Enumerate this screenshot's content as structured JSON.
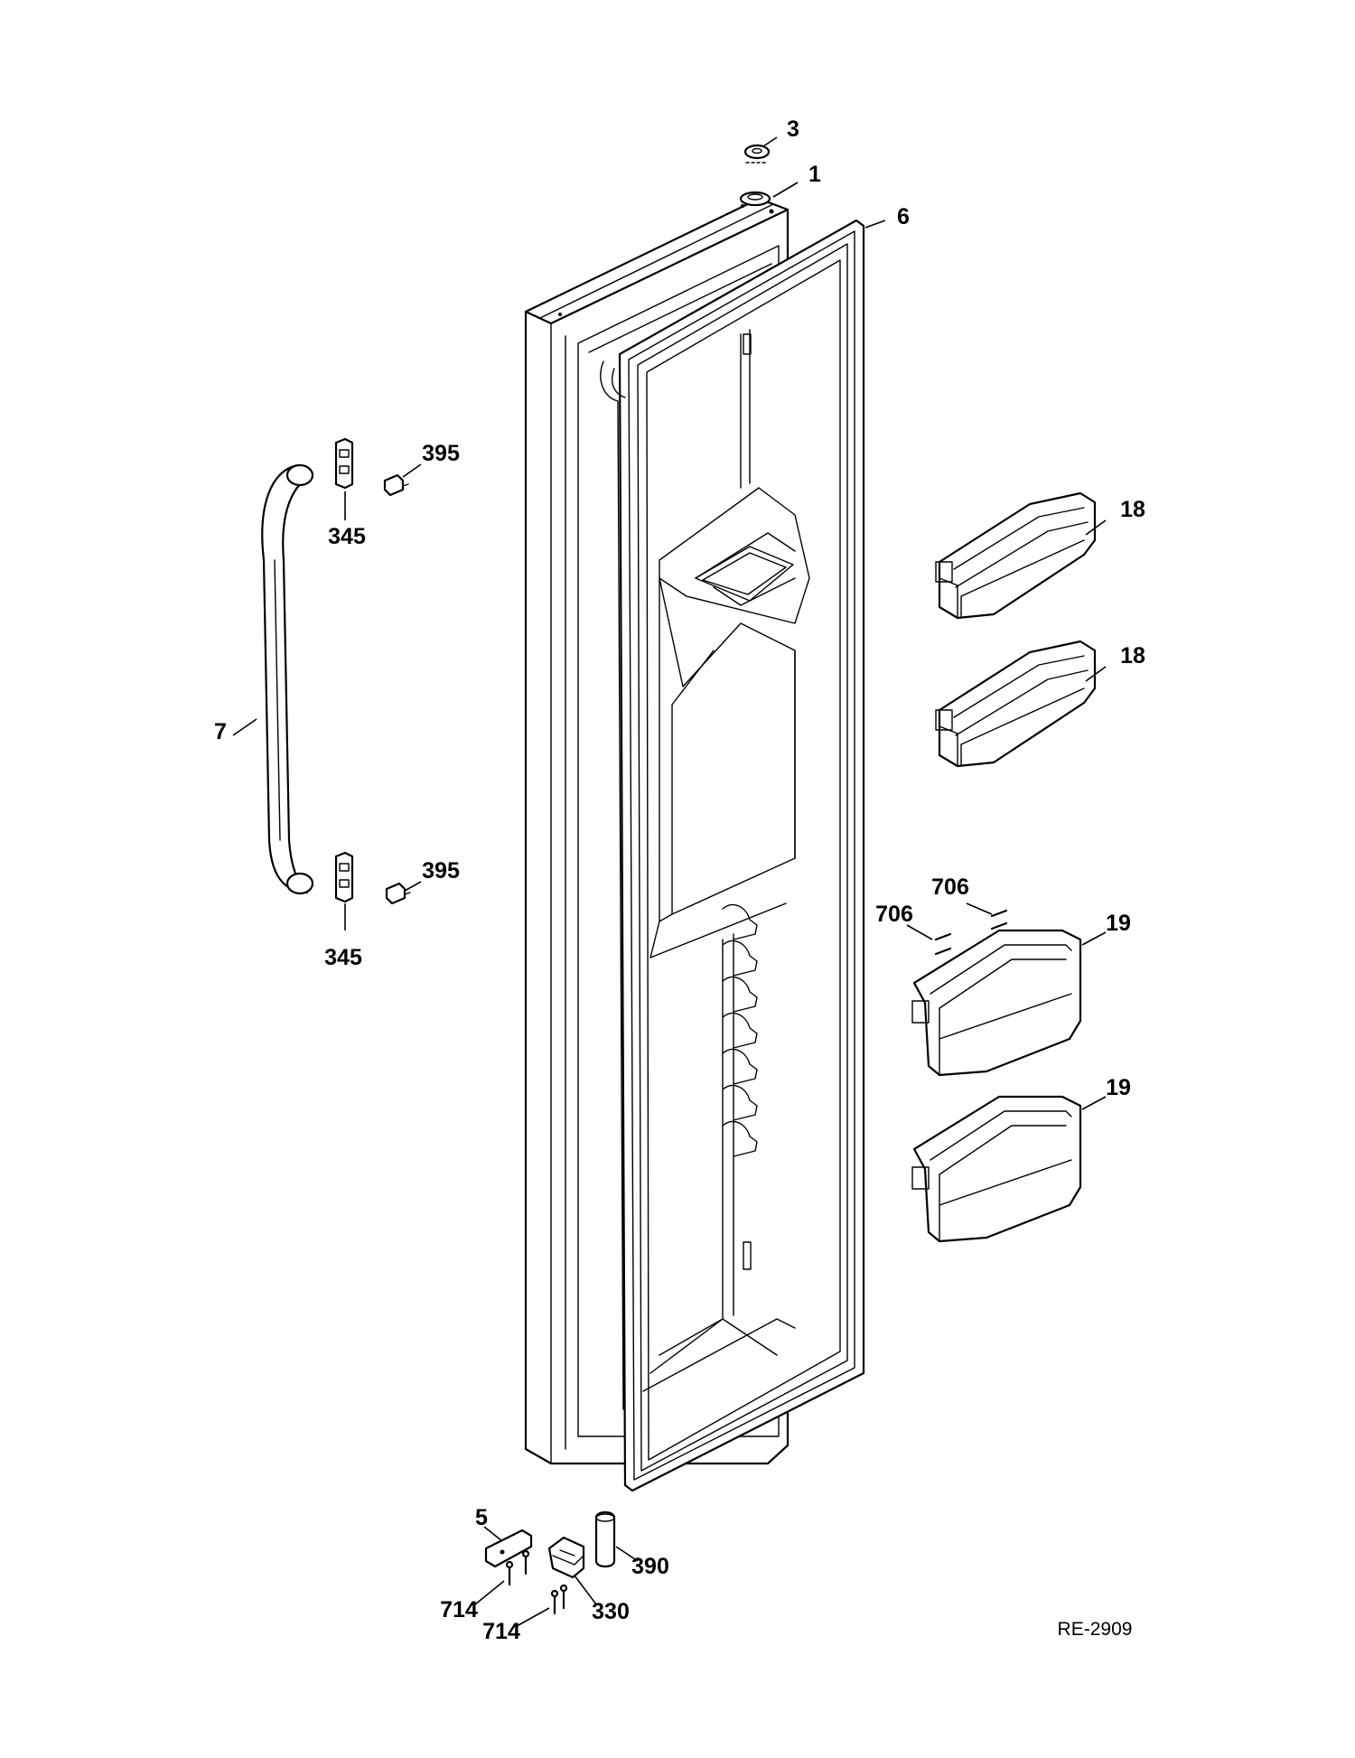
{
  "diagram": {
    "reference_code": "RE-2909",
    "callouts": [
      {
        "key": "c3",
        "label": "3"
      },
      {
        "key": "c1",
        "label": "1"
      },
      {
        "key": "c6",
        "label": "6"
      },
      {
        "key": "c395a",
        "label": "395"
      },
      {
        "key": "c345a",
        "label": "345"
      },
      {
        "key": "c7",
        "label": "7"
      },
      {
        "key": "c395b",
        "label": "395"
      },
      {
        "key": "c345b",
        "label": "345"
      },
      {
        "key": "c18a",
        "label": "18"
      },
      {
        "key": "c18b",
        "label": "18"
      },
      {
        "key": "c706a",
        "label": "706"
      },
      {
        "key": "c706b",
        "label": "706"
      },
      {
        "key": "c19a",
        "label": "19"
      },
      {
        "key": "c19b",
        "label": "19"
      },
      {
        "key": "c5",
        "label": "5"
      },
      {
        "key": "c390",
        "label": "390"
      },
      {
        "key": "c330",
        "label": "330"
      },
      {
        "key": "c714a",
        "label": "714"
      },
      {
        "key": "c714b",
        "label": "714"
      }
    ]
  }
}
